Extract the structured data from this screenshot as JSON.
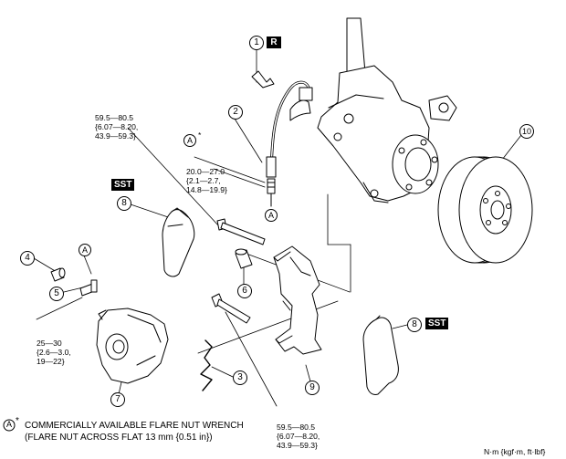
{
  "callouts": {
    "c1": "1",
    "c2": "2",
    "c3": "3",
    "c4": "4",
    "c5": "5",
    "c6": "6",
    "c7": "7",
    "c8a": "8",
    "c8b": "8",
    "c9": "9",
    "c10": "10"
  },
  "badges": {
    "r": "R",
    "sst_top": "SST",
    "sst_right": "SST"
  },
  "markers": {
    "a_torque": "A",
    "a_hose": "A",
    "a_bolt": "A",
    "a_legend": "A",
    "star": "*"
  },
  "torque": {
    "bolt_upper": [
      "59.5—80.5",
      "{6.07—8.20,",
      "43.9—59.3}"
    ],
    "flare_nut": [
      "20.0—27.0",
      "{2.1—2.7,",
      "14.8—19.9}"
    ],
    "bleeder": [
      "25—30",
      "{2.6—3.0,",
      "19—22}"
    ],
    "bolt_lower": [
      "59.5—80.5",
      "{6.07—8.20,",
      "43.9—59.3}"
    ]
  },
  "legend": {
    "line1": "COMMERCIALLY AVAILABLE FLARE NUT WRENCH",
    "line2": "(FLARE NUT ACROSS FLAT 13 mm {0.51 in})"
  },
  "units": "N·m {kgf·m, ft·lbf}"
}
